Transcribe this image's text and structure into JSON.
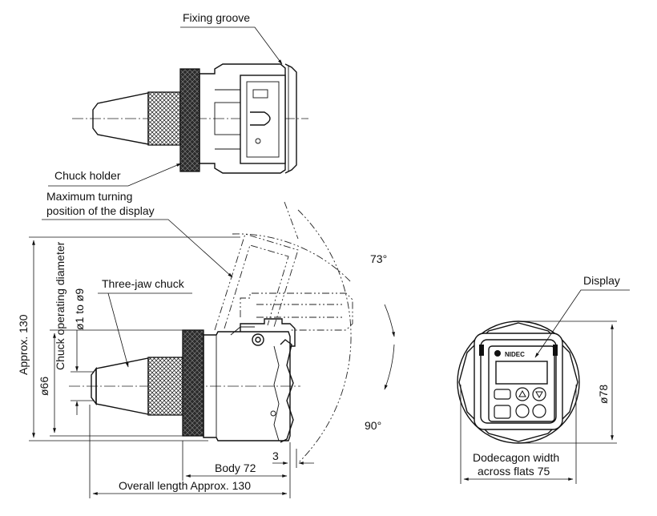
{
  "labels": {
    "fixing_groove": "Fixing groove",
    "chuck_holder": "Chuck holder",
    "max_turning_line1": "Maximum turning",
    "max_turning_line2": "position of the display",
    "three_jaw_chuck": "Three-jaw chuck",
    "display": "Display",
    "chuck_operating_diameter": "Chuck operating diameter",
    "chuck_range": "ø1 to ø9",
    "approx_130_height": "Approx. 130",
    "dia_66": "ø66",
    "angle_73": "73°",
    "angle_90": "90°",
    "body_72": "Body 72",
    "offset_3": "3",
    "overall_length": "Overall length  Approx. 130",
    "dia_78": "ø78",
    "dodecagon_line1": "Dodecagon width",
    "dodecagon_line2": "across flats 75",
    "brand_mark": "NIDEC"
  }
}
